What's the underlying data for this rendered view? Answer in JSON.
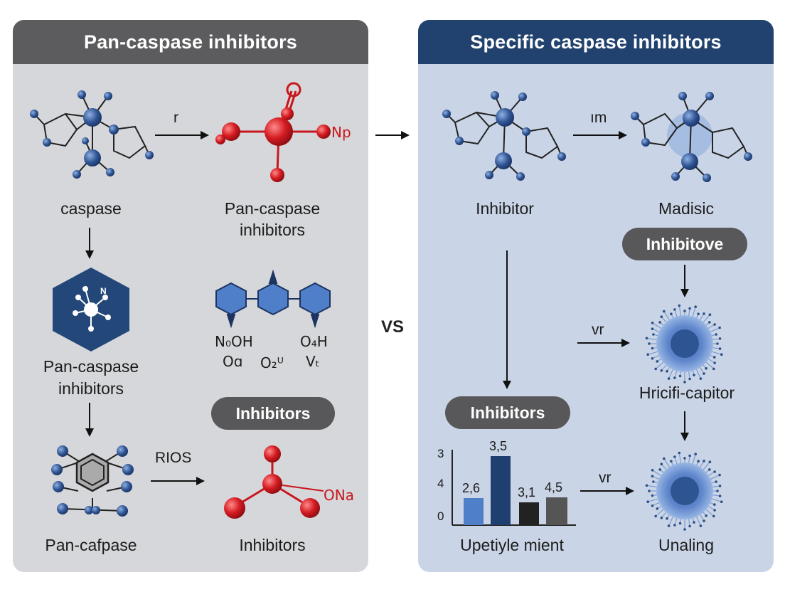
{
  "left_panel": {
    "title": "Pan-caspase inhibitors",
    "labels": {
      "caspase": "caspase",
      "pan_top_line1": "Pan-caspase",
      "pan_top_line2": "inhibitors",
      "pan_mid_line1": "Pan-caspase",
      "pan_mid_line2": "inhibitors",
      "pan_bottom": "Pan-cafpase",
      "inhibitors_bottom": "Inhibitors"
    },
    "arrow_labels": {
      "top": "r",
      "bottom": "RIOS"
    },
    "hex_badge_text": "N",
    "chem_labels": {
      "np": "Np",
      "ona": "ONa",
      "n0oh": "N₀OH",
      "oa": "Oɑ",
      "o2u": "O₂ᵁ",
      "o4h": "O₄H",
      "vt": "Vₜ"
    },
    "pill": "Inhibitors",
    "colors": {
      "red": "#c8161d",
      "blue": "#2c4f86",
      "header": "#5c5c5e"
    }
  },
  "right_panel": {
    "title": "Specific caspase inhibitors",
    "labels": {
      "inhibitor": "Inhibitor",
      "madisic": "Madisic",
      "hricifi": "Hricifi-capitor",
      "unaling": "Unaling",
      "chart_caption": "Upetiyle mient"
    },
    "arrow_labels": {
      "top": "ım",
      "mid": "vr",
      "bottom": "vr"
    },
    "pills": {
      "top": "Inhibitove",
      "bottom": "Inhibitors"
    },
    "colors": {
      "header": "#21426e",
      "bar_light": "#4f7fc8",
      "bar_dark": "#1f3f70",
      "bar_black": "#222222",
      "bar_gray": "#555555"
    }
  },
  "vs_label": "VS",
  "chart_data": {
    "type": "bar",
    "title": "",
    "xlabel": "Upetiyle mient",
    "ylabel": "",
    "yticks": [
      "3",
      "4",
      "0"
    ],
    "categories": [
      "",
      "",
      "",
      ""
    ],
    "values": [
      2.6,
      3.5,
      3.1,
      4.5
    ],
    "value_labels": [
      "2,6",
      "3,5",
      "3,1",
      "4,5"
    ],
    "bar_colors": [
      "#4f7fc8",
      "#1f3f70",
      "#222222",
      "#555555"
    ],
    "bar_heights_fraction": [
      0.38,
      0.97,
      0.32,
      0.39
    ]
  }
}
